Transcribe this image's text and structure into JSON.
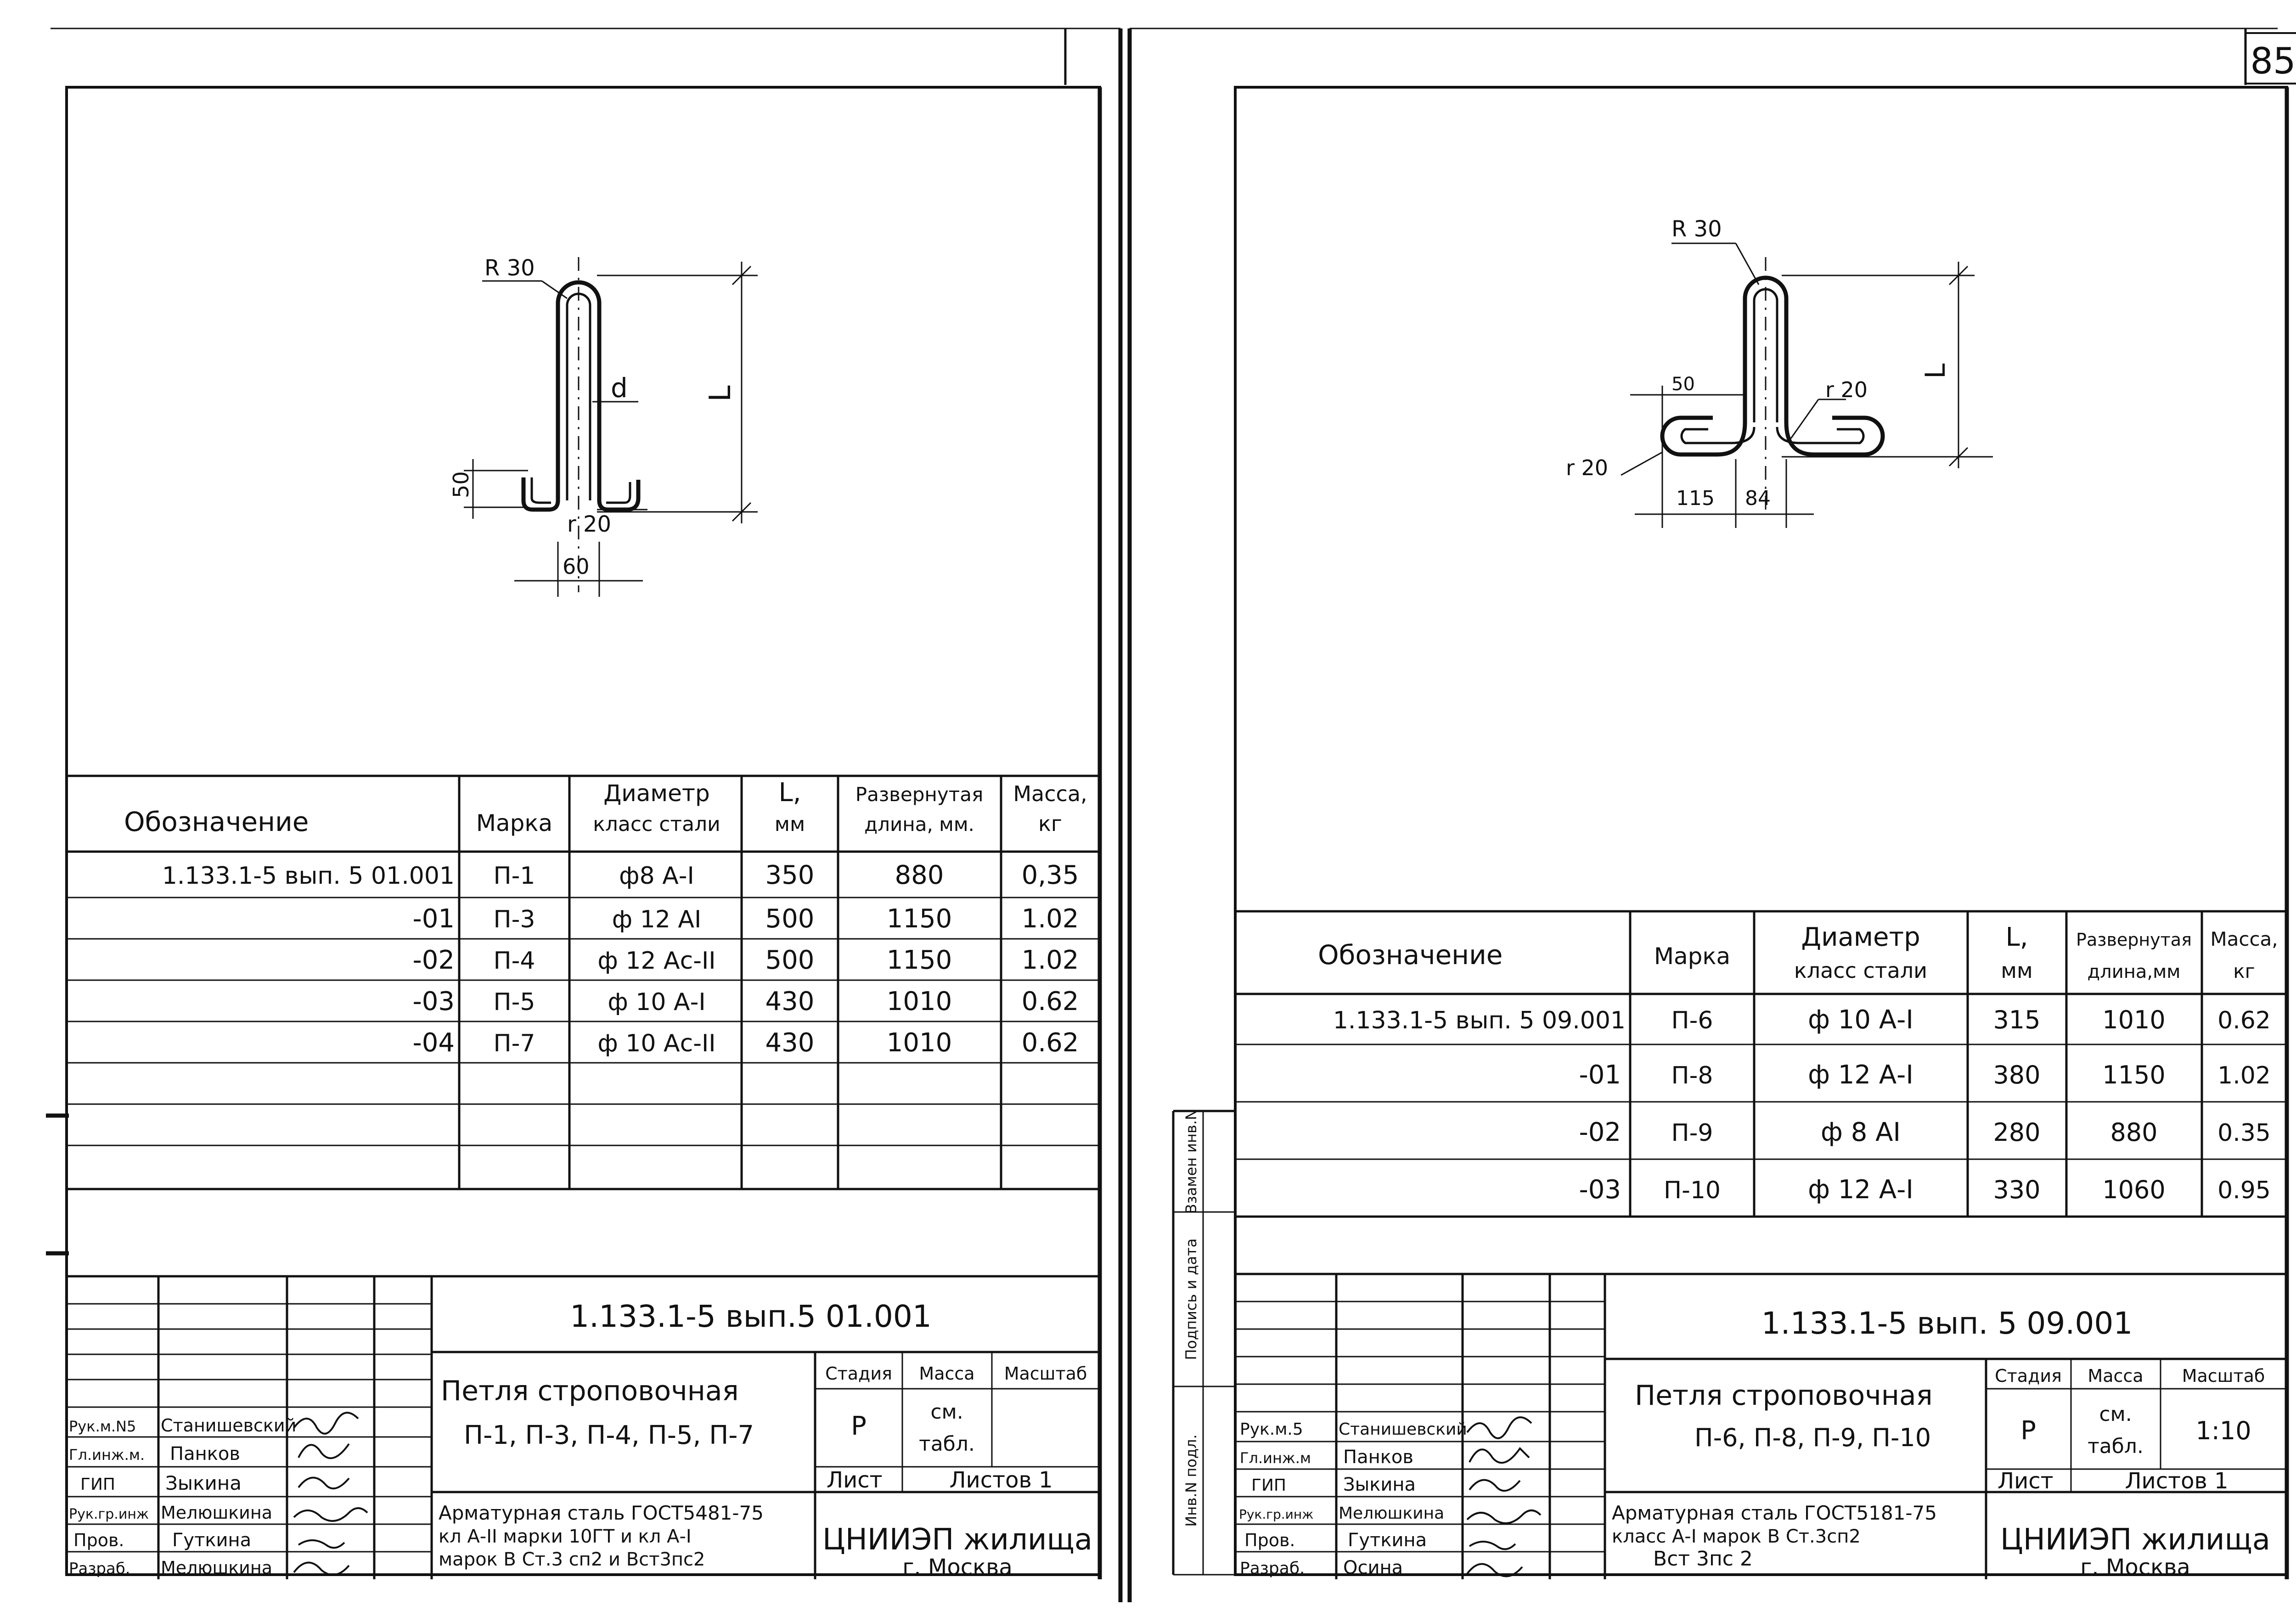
{
  "page_number": "85",
  "left": {
    "drawing": {
      "radius": "R 30",
      "rod_dia": "d",
      "length": "L",
      "hook_height": "50",
      "bend_radius": "r 20",
      "width": "60"
    },
    "table": {
      "headers": {
        "designation": "Обозначение",
        "mark": "Марка",
        "diameter_1": "Диаметр",
        "diameter_2": "класс стали",
        "length_1": "L,",
        "length_2": "мм",
        "dev_1": "Развернутая",
        "dev_2": "длина, мм.",
        "mass_1": "Масса,",
        "mass_2": "кг"
      },
      "rows": [
        {
          "designation": "1.133.1-5 вып. 5 01.001",
          "mark": "П-1",
          "diameter": "ф8 А-I",
          "length": "350",
          "dev": "880",
          "mass": "0,35"
        },
        {
          "designation": "-01",
          "mark": "П-3",
          "diameter": "ф 12 АI",
          "length": "500",
          "dev": "1150",
          "mass": "1.02"
        },
        {
          "designation": "-02",
          "mark": "П-4",
          "diameter": "ф 12 Ас-II",
          "length": "500",
          "dev": "1150",
          "mass": "1.02"
        },
        {
          "designation": "-03",
          "mark": "П-5",
          "diameter": "ф 10 А-I",
          "length": "430",
          "dev": "1010",
          "mass": "0.62"
        },
        {
          "designation": "-04",
          "mark": "П-7",
          "diameter": "ф 10 Ас-II",
          "length": "430",
          "dev": "1010",
          "mass": "0.62"
        }
      ]
    },
    "stamp": {
      "code": "1.133.1-5 вып.5 01.001",
      "title_1": "Петля строповочная",
      "title_2": "П-1, П-3, П-4, П-5, П-7",
      "stage_h": "Стадия",
      "mass_h": "Масса",
      "scale_h": "Масштаб",
      "stage": "Р",
      "mass_1": "см.",
      "mass_2": "табл.",
      "scale": "",
      "sheet": "Лист",
      "sheets": "Листов 1",
      "material_1": "Арматурная сталь ГОСТ5481-75",
      "material_2": "кл А-II марки 10ГТ и кл А-I",
      "material_3": "марок В Ст.3 сп2 и Вст3пс2",
      "org_1": "ЦНИИЭП жилища",
      "org_2": "г. Москва",
      "people": [
        {
          "role": "Рук.м.N5",
          "name": "Станишевский"
        },
        {
          "role": "Гл.инж.м.",
          "name": "Панков"
        },
        {
          "role": "ГИП",
          "name": "Зыкина"
        },
        {
          "role": "Рук.гр.инж",
          "name": "Мелюшкина"
        },
        {
          "role": "Пров.",
          "name": "Гуткина"
        },
        {
          "role": "Разраб.",
          "name": "Мелюшкина"
        }
      ]
    }
  },
  "right": {
    "drawing": {
      "radius": "R 30",
      "hook_top": "50",
      "bend_right": "r 20",
      "bend_left": "r 20",
      "length": "L",
      "width_left": "115",
      "width_right": "84"
    },
    "table": {
      "headers": {
        "designation": "Обозначение",
        "mark": "Марка",
        "diameter_1": "Диаметр",
        "diameter_2": "класс стали",
        "length_1": "L,",
        "length_2": "мм",
        "dev_1": "Развернутая",
        "dev_2": "длина,мм",
        "mass_1": "Масса,",
        "mass_2": "кг"
      },
      "rows": [
        {
          "designation": "1.133.1-5 вып. 5 09.001",
          "mark": "П-6",
          "diameter": "ф 10 А-I",
          "length": "315",
          "dev": "1010",
          "mass": "0.62"
        },
        {
          "designation": "-01",
          "mark": "П-8",
          "diameter": "ф 12 А-I",
          "length": "380",
          "dev": "1150",
          "mass": "1.02"
        },
        {
          "designation": "-02",
          "mark": "П-9",
          "diameter": "ф 8 АI",
          "length": "280",
          "dev": "880",
          "mass": "0.35"
        },
        {
          "designation": "-03",
          "mark": "П-10",
          "diameter": "ф 12 А-I",
          "length": "330",
          "dev": "1060",
          "mass": "0.95"
        }
      ]
    },
    "side_labels": [
      "Инв.N подл.",
      "Подпись и дата",
      "Взамен инв.N"
    ],
    "stamp": {
      "code": "1.133.1-5 вып. 5 09.001",
      "title_1": "Петля строповочная",
      "title_2": "П-6, П-8, П-9, П-10",
      "stage_h": "Стадия",
      "mass_h": "Масса",
      "scale_h": "Масштаб",
      "stage": "Р",
      "mass_1": "см.",
      "mass_2": "табл.",
      "scale": "1:10",
      "sheet": "Лист",
      "sheets": "Листов 1",
      "material_1": "Арматурная сталь ГОСТ5181-75",
      "material_2": "класс А-I марок В Ст.3сп2",
      "material_3": "Вст 3пс 2",
      "org_1": "ЦНИИЭП жилища",
      "org_2": "г. Москва",
      "people": [
        {
          "role": "Рук.м.5",
          "name": "Станишевский"
        },
        {
          "role": "Гл.инж.м",
          "name": "Панков"
        },
        {
          "role": "ГИП",
          "name": "Зыкина"
        },
        {
          "role": "Рук.гр.инж",
          "name": "Мелюшкина"
        },
        {
          "role": "Пров.",
          "name": "Гуткина"
        },
        {
          "role": "Разраб.",
          "name": "Осина"
        }
      ]
    }
  }
}
